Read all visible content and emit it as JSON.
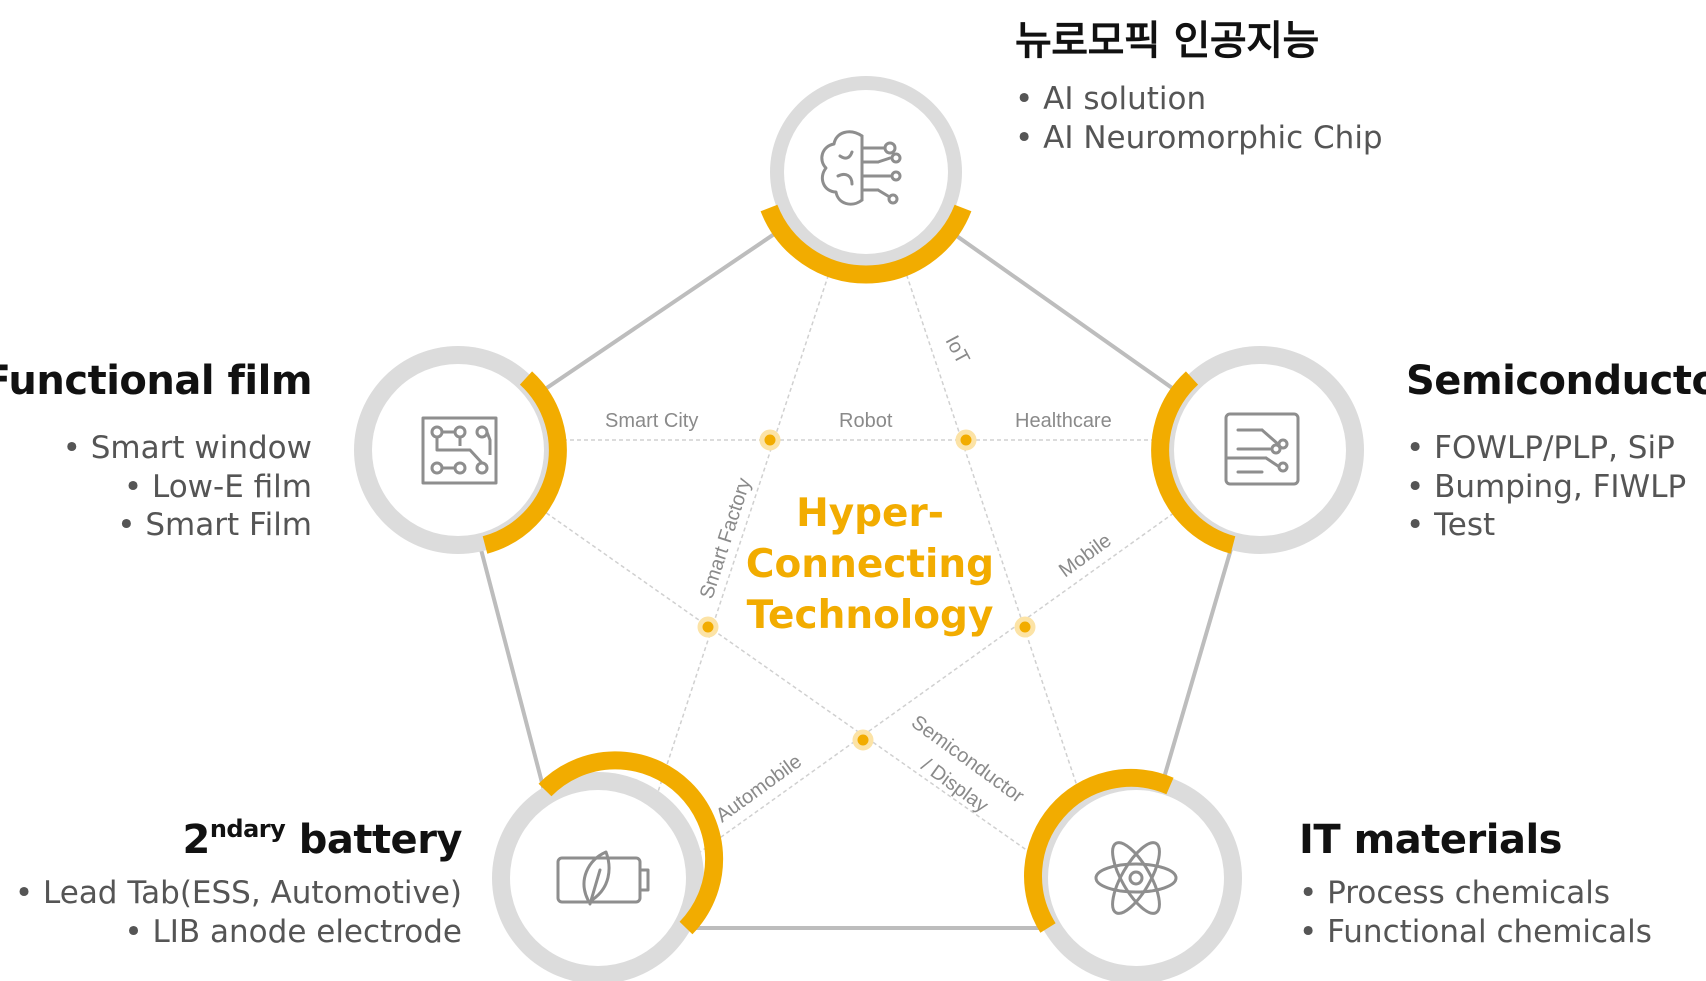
{
  "colors": {
    "accent": "#F2AC00",
    "ring_gray": "#DCDCDC",
    "outline": "#BDBDBD",
    "dashed": "#CFCFCF",
    "icon": "#8E8E8E",
    "title": "#111111",
    "list_text": "#555555"
  },
  "center": {
    "line1": "Hyper-",
    "line2": "Connecting",
    "line3": "Technology"
  },
  "nodes": {
    "top": {
      "icon": "brain-circuit-icon",
      "title": "뉴로모픽 인공지능",
      "items": [
        "AI solution",
        "AI Neuromorphic Chip"
      ]
    },
    "left": {
      "icon": "circuit-board-icon",
      "title": "Functional film",
      "items": [
        "Smart window",
        "Low-E film",
        "Smart Film"
      ]
    },
    "right": {
      "icon": "chip-circuit-icon",
      "title": "Semiconductor",
      "items": [
        "FOWLP/PLP, SiP",
        "Bumping, FIWLP",
        "Test"
      ]
    },
    "bottom_left": {
      "icon": "battery-leaf-icon",
      "title_prefix": "2",
      "title_sup": "ndary",
      "title_suffix": " battery",
      "items": [
        "Lead Tab(ESS, Automotive)",
        "LIB anode electrode"
      ]
    },
    "bottom_right": {
      "icon": "atom-icon",
      "title": "IT materials",
      "items": [
        "Process chemicals",
        "Functional chemicals"
      ]
    }
  },
  "connections": {
    "smart_city": "Smart City",
    "robot": "Robot",
    "healthcare": "Healthcare",
    "iot": "IoT",
    "smart_factory": "Smart Factory",
    "mobile": "Mobile",
    "automobile": "Automobile",
    "semi_display_1": "Semiconductor",
    "semi_display_2": "/ Display"
  }
}
